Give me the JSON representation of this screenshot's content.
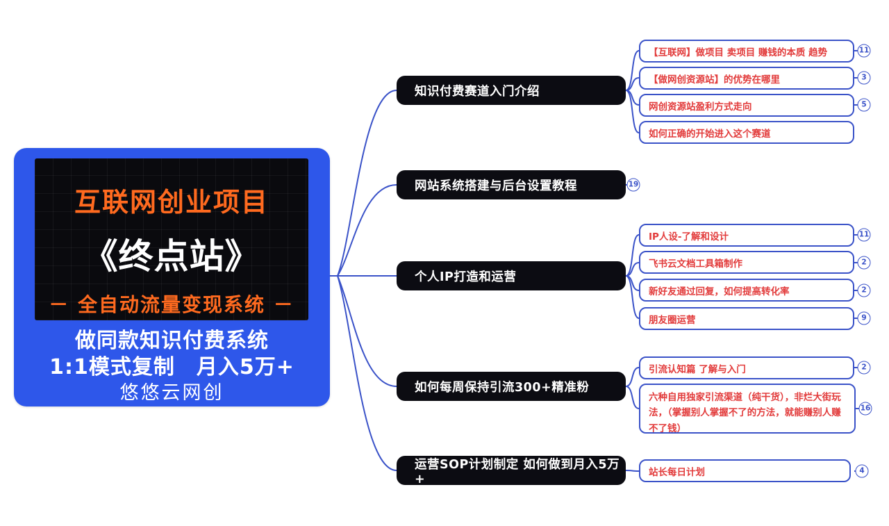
{
  "root": {
    "banner_line1": "互联网创业项目",
    "banner_line2": "《终点站》",
    "banner_line3": "－ 全自动流量变现系统 －",
    "tagline1": "做同款知识付费系统",
    "tagline2": "1:1模式复制　月入5万+",
    "brand": "悠悠云网创"
  },
  "branches": [
    {
      "label": "知识付费赛道入门介绍",
      "children": [
        {
          "label": "【互联网】做项目 卖项目 赚钱的本质 趋势",
          "badge": "11"
        },
        {
          "label": "【做网创资源站】的优势在哪里",
          "badge": "3"
        },
        {
          "label": "网创资源站盈利方式走向",
          "badge": "5"
        },
        {
          "label": "如何正确的开始进入这个赛道",
          "badge": ""
        }
      ]
    },
    {
      "label": "网站系统搭建与后台设置教程",
      "badge": "19",
      "children": []
    },
    {
      "label": "个人IP打造和运营",
      "children": [
        {
          "label": "IP人设-了解和设计",
          "badge": "11"
        },
        {
          "label": "飞书云文档工具箱制作",
          "badge": "2"
        },
        {
          "label": "新好友通过回复，如何提高转化率",
          "badge": "2"
        },
        {
          "label": "朋友圈运营",
          "badge": "9"
        }
      ]
    },
    {
      "label": "如何每周保持引流300+精准粉",
      "children": [
        {
          "label": "引流认知篇 了解与入门",
          "badge": "2"
        },
        {
          "label": "六种自用独家引流渠道（纯干货），非烂大街玩法，（掌握别人掌握不了的方法，就能赚别人赚不了钱）",
          "badge": "16"
        }
      ]
    },
    {
      "label": "运营SOP计划制定 如何做到月入5万+",
      "children": [
        {
          "label": "站长每日计划",
          "badge": "4"
        }
      ]
    }
  ],
  "colors": {
    "root_blue": "#2e57ea",
    "node_black": "#0c0c12",
    "line_blue": "#3a52c8",
    "child_text_red": "#e23b3b",
    "banner_orange": "#ff6a1f",
    "banner_white": "#ffffff"
  }
}
